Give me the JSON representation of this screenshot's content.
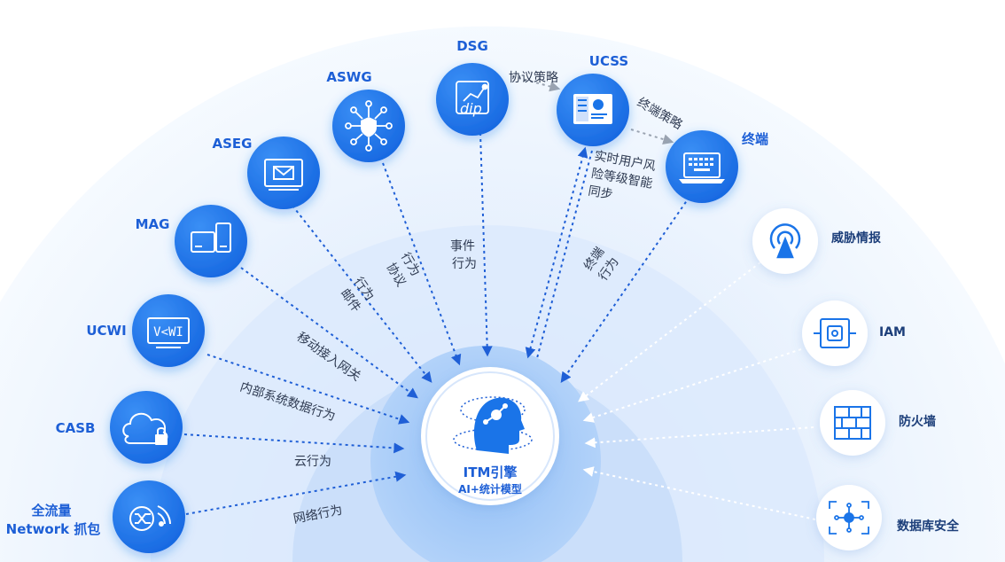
{
  "center": {
    "title": "ITM引擎",
    "subtitle": "AI+统计模型"
  },
  "left_nodes": [
    {
      "id": "aseg",
      "name": "ASEG"
    },
    {
      "id": "aswg",
      "name": "ASWG"
    },
    {
      "id": "dsg",
      "name": "DSG"
    },
    {
      "id": "ucss",
      "name": "UCSS"
    },
    {
      "id": "terminal",
      "name": "终端"
    },
    {
      "id": "mag",
      "name": "MAG"
    },
    {
      "id": "ucwi",
      "name": "UCWI"
    },
    {
      "id": "casb",
      "name": "CASB"
    },
    {
      "id": "flow",
      "name_line1": "全流量",
      "name_line2": "Network 抓包"
    }
  ],
  "right_nodes": [
    {
      "id": "threat",
      "name": "威胁情报"
    },
    {
      "id": "iam",
      "name": "IAM"
    },
    {
      "id": "firewall",
      "name": "防火墙"
    },
    {
      "id": "db",
      "name": "数据库安全"
    }
  ],
  "edge_labels": {
    "dsg_ucss": "协议策略",
    "ucss_terminal": "终端策略",
    "ucss_sync": [
      "实时用户风",
      "险等级智能",
      "同步"
    ],
    "dsg_event": [
      "事件",
      "行为"
    ],
    "aswg_protocol": [
      "协议",
      "行为"
    ],
    "aseg_mail": [
      "邮件",
      "行为"
    ],
    "mag_mobile": "移动接入网关",
    "ucwi_internal": "内部系统数据行为",
    "casb_cloud": "云行为",
    "flow_network": "网络行为",
    "terminal_behavior": [
      "终端",
      "行为"
    ]
  },
  "icons": {
    "aseg": "mail-icon",
    "aswg": "shield-network-icon",
    "dsg": "dip-chart-icon",
    "ucss": "dashboard-icon",
    "terminal": "laptop-icon",
    "mag": "mobile-devices-icon",
    "ucwi": "ucwi-screen-icon",
    "casb": "cloud-lock-icon",
    "flow": "shuffle-wifi-icon",
    "threat": "radar-icon",
    "iam": "identity-icon",
    "firewall": "brick-wall-icon",
    "db": "database-hub-icon",
    "center": "ai-brain-icon"
  },
  "colors": {
    "primary": "#1a74e8",
    "line": "#1f5fd6",
    "dashed_light": "#ffffff",
    "gray_arrow": "#9aa3b0"
  }
}
